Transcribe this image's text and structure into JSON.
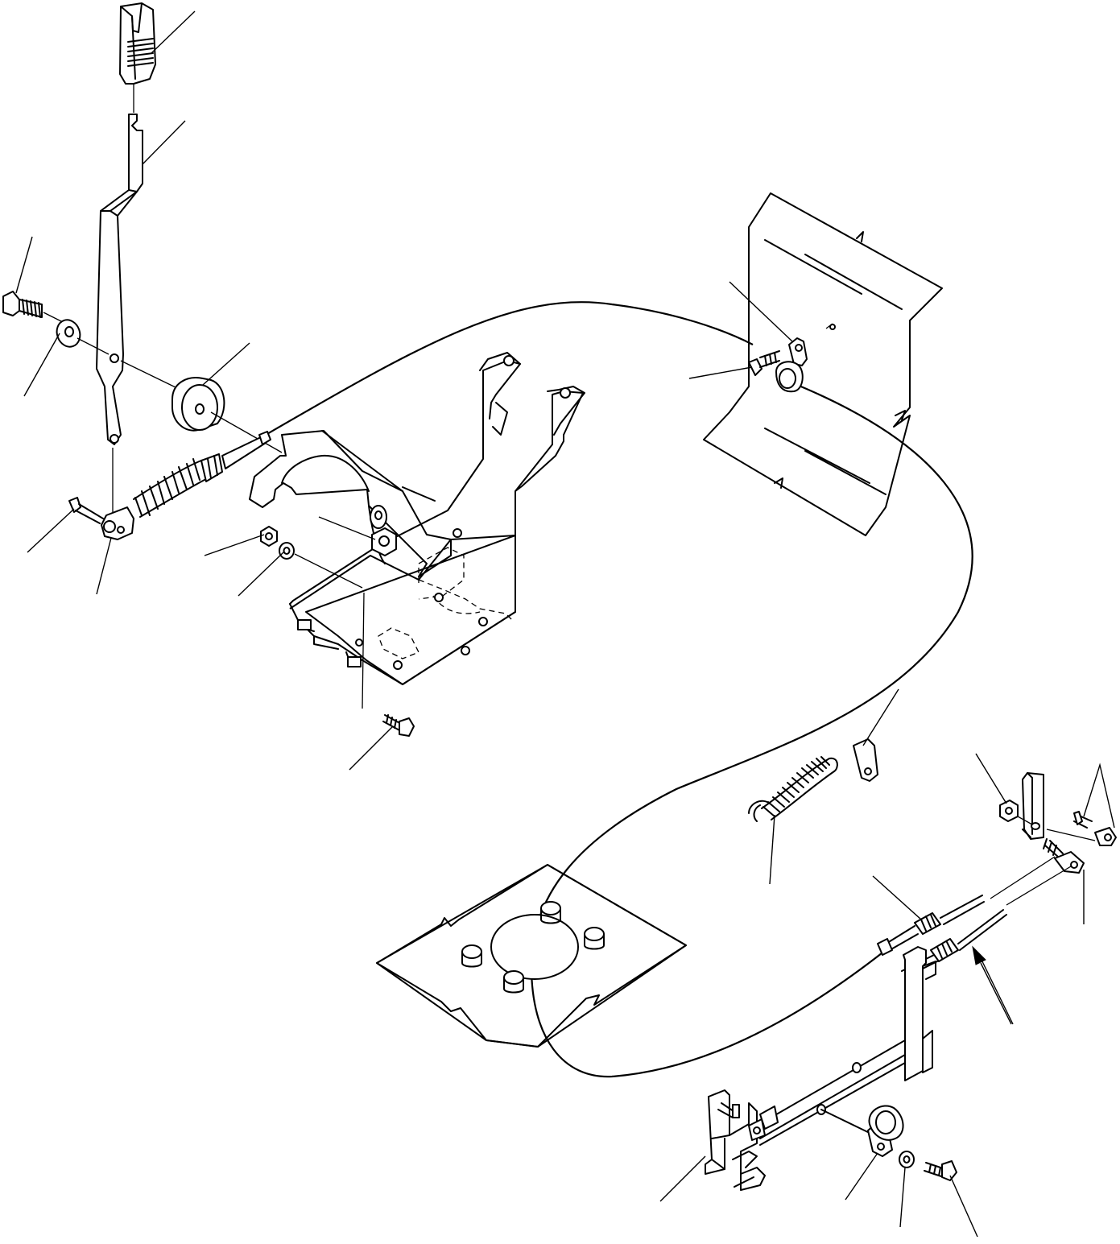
{
  "diagram": {
    "type": "exploded-parts-view",
    "callout_labels": [],
    "parts": [
      "control-knob",
      "control-lever",
      "pivot-bolt",
      "flat-washer",
      "rubber-spacer",
      "clevis-pin",
      "cable-clevis",
      "mounting-bracket",
      "nut",
      "washer",
      "bracket-nut",
      "bracket-bolt",
      "cable-clamp",
      "clamp-bolt",
      "floor-plate",
      "return-spring",
      "spring-hook-plate",
      "cable-end-fitting",
      "injection-pump-lever",
      "cable-adjust-nut",
      "pump-bracket",
      "bracket-clamp",
      "clamp-washer",
      "mounting-bolt"
    ],
    "colors": {
      "line": "#000000",
      "background": "#ffffff"
    }
  }
}
